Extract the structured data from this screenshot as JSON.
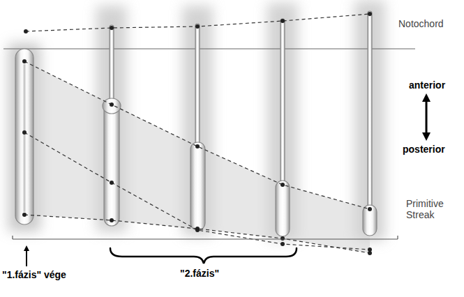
{
  "diagram": {
    "labels": [
      "Notochord",
      "Primitive Streak",
      "anterior",
      "posterior",
      "\"1.fázis\" vége",
      "\"2.fázis\""
    ]
  }
}
